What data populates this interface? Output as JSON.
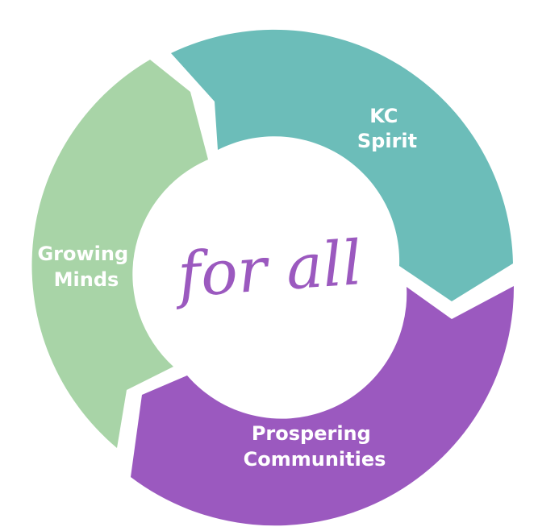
{
  "diagram": {
    "center_text": "for all",
    "segments": [
      {
        "id": "kc-spirit",
        "lines": [
          "KC",
          "Spirit"
        ],
        "color": "#6cbdb9"
      },
      {
        "id": "prospering-communities",
        "lines": [
          "Prospering",
          "Communities"
        ],
        "color": "#9b59bf"
      },
      {
        "id": "growing-minds",
        "lines": [
          "Growing",
          "Minds"
        ],
        "color": "#a8d4a7"
      }
    ]
  }
}
